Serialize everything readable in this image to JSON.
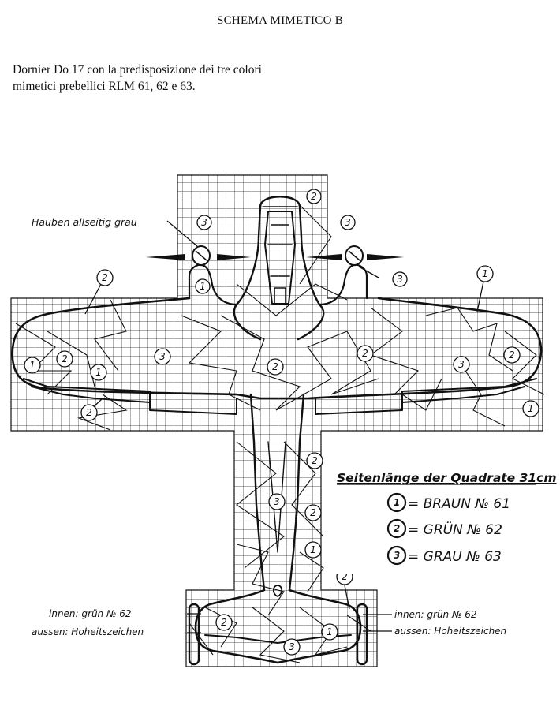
{
  "header": {
    "title": "SCHEMA MIMETICO B",
    "caption_line1": "Dornier Do 17 con la predisposizione dei tre colori",
    "caption_line2": "mimetici prebellici RLM 61, 62 e 63."
  },
  "diagram": {
    "canopy_note": "Hauben allseitig grau",
    "scale_note": "Seitenlänge der Quadrate 31cm",
    "legend": [
      {
        "number": "1",
        "label": "= BRAUN № 61"
      },
      {
        "number": "2",
        "label": "= GRÜN № 62"
      },
      {
        "number": "3",
        "label": "= GRAU № 63"
      }
    ],
    "tail_left_line1": "innen: grün № 62",
    "tail_left_line2": "aussen: Hoheitszeichen",
    "tail_right_line1": "innen: grün № 62",
    "tail_right_line2": "aussen: Hoheitszeichen",
    "markers": {
      "nose": "2",
      "prop_left": "3",
      "prop_right": "3",
      "nacelle_right": "3",
      "wing_left_top": "2",
      "wing_right_top": "1",
      "lw_a": "1",
      "lw_b": "2",
      "lw_c": "1",
      "lw_d": "3",
      "lw_e": "2",
      "center": "2",
      "rw_a": "2",
      "rw_b": "3",
      "rw_c": "2",
      "rw_d": "1",
      "eng_left": "1",
      "fus_a": "2",
      "fus_b": "3",
      "fus_c": "2",
      "fus_d": "1",
      "tail_top": "2",
      "tail_left": "2",
      "tail_mid": "3",
      "tail_right": "1"
    }
  }
}
